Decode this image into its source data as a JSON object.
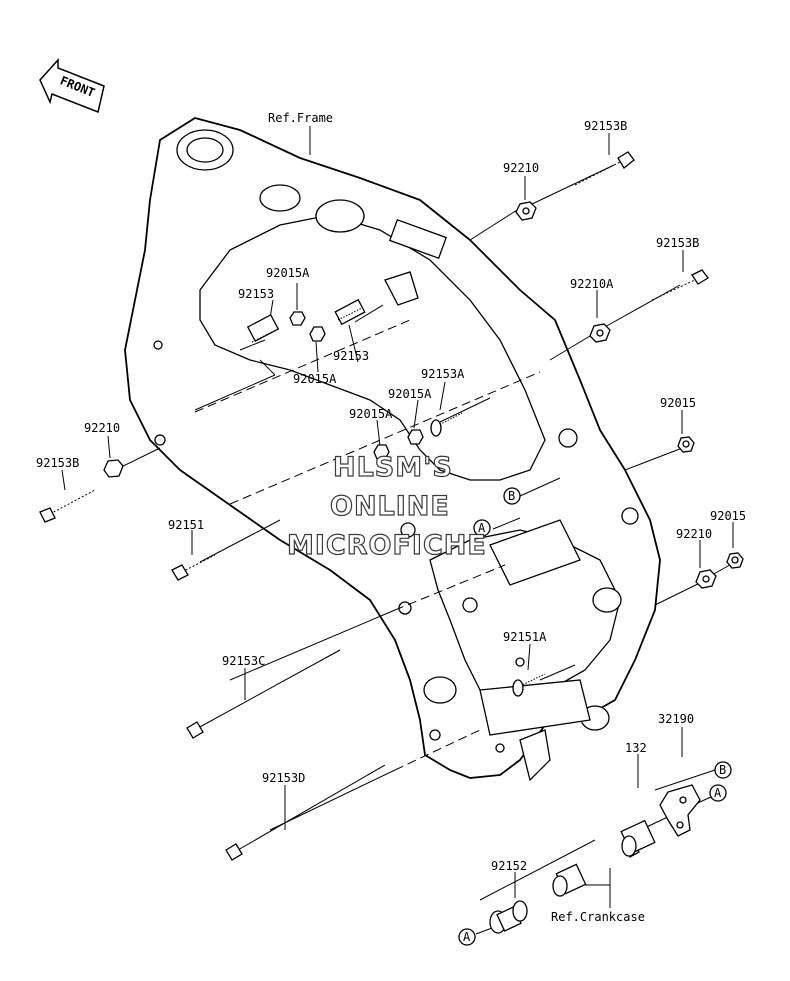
{
  "front_label": "FRONT",
  "watermark": [
    "HLSM'S",
    "ONLINE",
    "MICROFICHE"
  ],
  "labels": {
    "ref_frame": "Ref.Frame",
    "ref_crankcase": "Ref.Crankcase",
    "p92153B_top": "92153B",
    "p92210_top": "92210",
    "p92153B_mid": "92153B",
    "p92210A": "92210A",
    "p92015A_1": "92015A",
    "p92153_1": "92153",
    "p92153_2": "92153",
    "p92015A_2": "92015A",
    "p92015A_3": "92015A",
    "p92153A": "92153A",
    "p92015A_4": "92015A",
    "p92015_right": "92015",
    "p92210_left": "92210",
    "p92153B_left": "92153B",
    "p92151": "92151",
    "p92210_right": "92210",
    "p92015_far": "92015",
    "p92151A": "92151A",
    "p92153C": "92153C",
    "p92153D": "92153D",
    "p32190": "32190",
    "p132": "132",
    "p92152": "92152",
    "callout_A1": "A",
    "callout_A2": "A",
    "callout_A3": "A",
    "callout_B1": "B",
    "callout_B2": "B"
  }
}
